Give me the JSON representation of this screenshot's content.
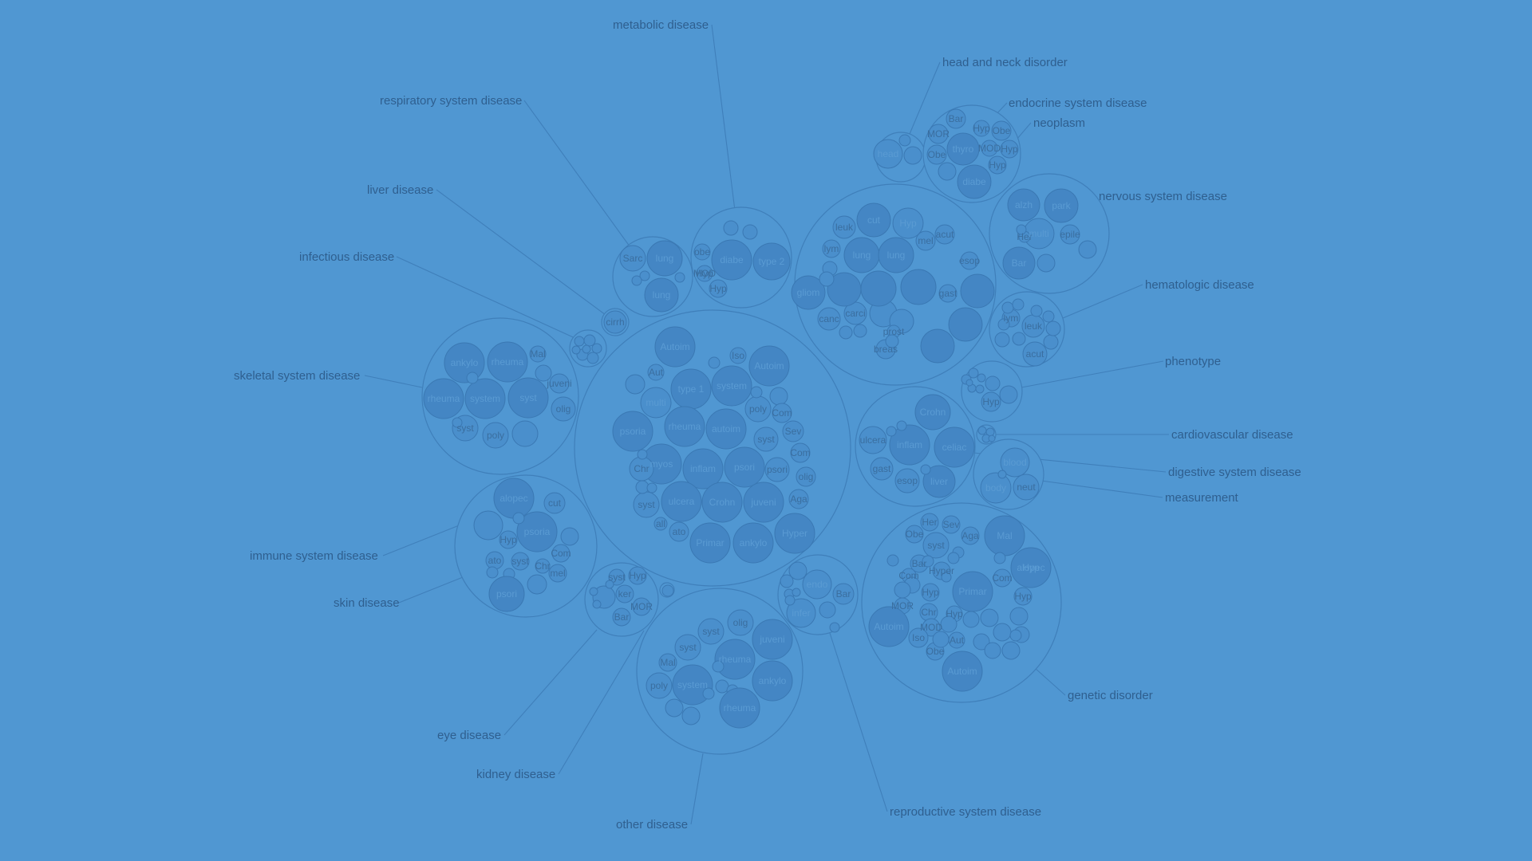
{
  "groups": [
    {
      "id": "metabolic",
      "label": "metabolic disease",
      "leaves": [
        "obe",
        "MOD",
        "Hyp",
        "Hyp",
        "diabe",
        "type 2"
      ]
    },
    {
      "id": "head-neck",
      "label": "head and neck disorder",
      "leaves": [
        "head"
      ]
    },
    {
      "id": "endocrine",
      "label": "endocrine system disease",
      "leaves": [
        "Bar",
        "MOR",
        "Hyp",
        "Obe",
        "Obe",
        "MOD",
        "Hyp",
        "Hyp",
        "thyro",
        "diabe"
      ]
    },
    {
      "id": "neoplasm",
      "label": "neoplasm",
      "leaves": [
        "leuk",
        "lym",
        "lung",
        "lung",
        "cut",
        "Hyp",
        "mel",
        "acut",
        "esop",
        "gast",
        "canc",
        "carci",
        "gliom",
        "breas",
        "prost"
      ]
    },
    {
      "id": "nervous",
      "label": "nervous system disease",
      "leaves": [
        "Bar",
        "Her",
        "alzh",
        "park",
        "multi",
        "epile"
      ]
    },
    {
      "id": "respiratory",
      "label": "respiratory system disease",
      "leaves": [
        "Sarc",
        "lung",
        "lung"
      ]
    },
    {
      "id": "liver",
      "label": "liver disease",
      "leaves": [
        "cirrh"
      ]
    },
    {
      "id": "infectious",
      "label": "infectious disease",
      "leaves": []
    },
    {
      "id": "hematologic",
      "label": "hematologic disease",
      "leaves": [
        "lym",
        "leuk",
        "acut"
      ]
    },
    {
      "id": "phenotype",
      "label": "phenotype",
      "leaves": [
        "Hyp"
      ]
    },
    {
      "id": "immune",
      "label": "immune system disease",
      "leaves": [
        "Autoim",
        "Iso",
        "Autoim",
        "Aut",
        "type 1",
        "system",
        "multi",
        "poly",
        "Com",
        "rheuma",
        "autoim",
        "psoria",
        "Sev",
        "syst",
        "Com",
        "myos",
        "inflam",
        "psori",
        "psori",
        "olig",
        "Chr",
        "ulcera",
        "Crohn",
        "juveni",
        "Aga",
        "syst",
        "all",
        "ato",
        "Primar",
        "ankylo",
        "Hyper"
      ]
    },
    {
      "id": "skeletal",
      "label": "skeletal system disease",
      "leaves": [
        "ankylo",
        "rheuma",
        "Mal",
        "juveni",
        "rheuma",
        "system",
        "syst",
        "olig",
        "syst",
        "poly"
      ]
    },
    {
      "id": "cardiovascular",
      "label": "cardiovascular disease",
      "leaves": []
    },
    {
      "id": "digestive",
      "label": "digestive system disease",
      "leaves": [
        "Crohn",
        "ulcera",
        "inflam",
        "gast",
        "esop",
        "celiac",
        "liver"
      ]
    },
    {
      "id": "measurement",
      "label": "measurement",
      "leaves": [
        "neut",
        "body",
        "blood"
      ]
    },
    {
      "id": "skin",
      "label": "skin disease",
      "leaves": [
        "alopec",
        "cut",
        "psoria",
        "Hyp",
        "Com",
        "ato",
        "syst",
        "Chr",
        "mel",
        "psori"
      ]
    },
    {
      "id": "eye",
      "label": "eye disease",
      "leaves": [
        "Hyp",
        "syst",
        "ker",
        "MOR",
        "Bar"
      ]
    },
    {
      "id": "kidney",
      "label": "kidney disease",
      "leaves": []
    },
    {
      "id": "other",
      "label": "other disease",
      "leaves": [
        "olig",
        "syst",
        "juveni",
        "syst",
        "rheuma",
        "Mal",
        "poly",
        "system",
        "ankylo",
        "rheuma"
      ]
    },
    {
      "id": "reproductive",
      "label": "reproductive system disease",
      "leaves": [
        "Bar",
        "endo",
        "infer"
      ]
    },
    {
      "id": "genetic",
      "label": "genetic disorder",
      "leaves": [
        "Her",
        "Sev",
        "Obe",
        "Aga",
        "syst",
        "alopec",
        "Mal",
        "Bar",
        "Hyper",
        "Hyp",
        "Com",
        "Primar",
        "Com",
        "Hyp",
        "Hyp",
        "MOR",
        "Chr",
        "Hyp",
        "MOD",
        "Autoim",
        "Iso",
        "Obe",
        "Aut",
        "Autoim"
      ]
    }
  ],
  "colors": {
    "background": "#5097d2",
    "stroke": "#3f7fba",
    "label": "#2f5f8f"
  }
}
